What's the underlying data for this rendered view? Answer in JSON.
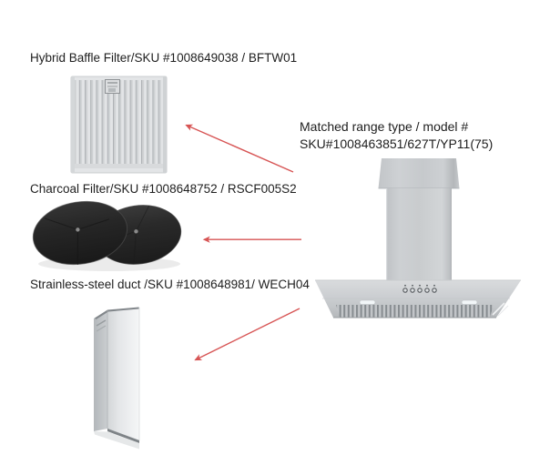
{
  "labels": {
    "baffle_filter": "Hybrid Baffle Filter/SKU #1008649038 / BFTW01",
    "matched_range_line1": "Matched range type / model #",
    "matched_range_line2": "SKU#1008463851/627T/YP11(75)",
    "charcoal_filter": "Charcoal Filter/SKU #1008648752 / RSCF005S2",
    "duct": "Strainless-steel duct /SKU #1008648981/ WECH04"
  },
  "images": {
    "baffle_filter": "hybrid-baffle-filter-photo",
    "charcoal_filters": "two-charcoal-filter-discs-photo",
    "duct": "stainless-steel-chimney-duct-photo",
    "range_hood": "wall-mount-range-hood-photo"
  },
  "colors": {
    "arrow": "#d75454",
    "text": "#1e1e1e",
    "background": "#ffffff",
    "steel_light": "#e3e5e7",
    "steel_mid": "#c9ccce",
    "charcoal": "#262626"
  }
}
